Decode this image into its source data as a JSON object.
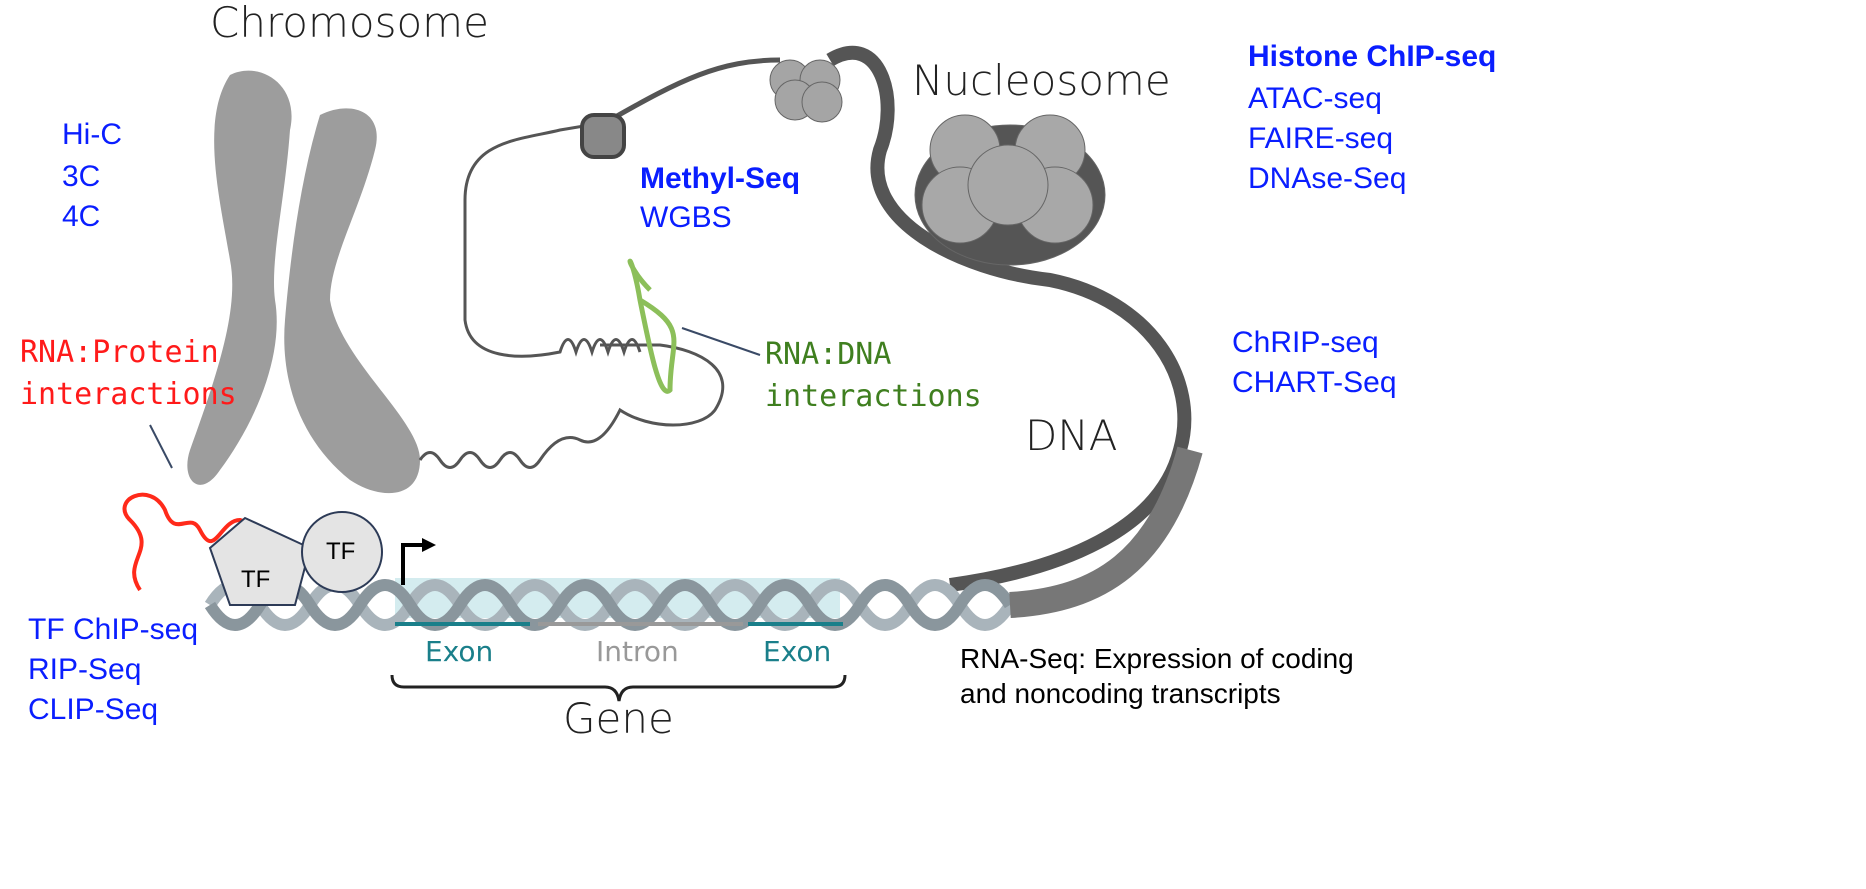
{
  "labels": {
    "chromosome": "Chromosome",
    "nucleosome": "Nucleosome",
    "dna": "DNA",
    "gene": "Gene",
    "exon1": "Exon",
    "intron": "Intron",
    "exon2": "Exon",
    "tf1": "TF",
    "tf2": "TF"
  },
  "methods": {
    "chromatin_conformation": [
      "Hi-C",
      "3C",
      "4C"
    ],
    "methylation": {
      "title": "Methyl-Seq",
      "items": [
        "WGBS"
      ]
    },
    "accessibility": {
      "title": "Histone ChIP-seq",
      "items": [
        "ATAC-seq",
        "FAIRE-seq",
        "DNAse-Seq"
      ]
    },
    "rna_chromatin": [
      "ChRIP-seq",
      "CHART-Seq"
    ],
    "protein_binding": [
      "TF ChIP-seq",
      "RIP-Seq",
      "CLIP-Seq"
    ],
    "rna_seq": [
      "RNA-Seq: Expression of coding",
      "and noncoding transcripts"
    ]
  },
  "annotations": {
    "rna_protein": [
      "RNA:Protein",
      "interactions"
    ],
    "rna_dna": [
      "RNA:DNA",
      "interactions"
    ]
  },
  "colors": {
    "method": "#0a1eff",
    "rna_protein": "#ff1a1a",
    "rna_dna": "#3f7f1f",
    "exon": "#1a7f8a"
  }
}
